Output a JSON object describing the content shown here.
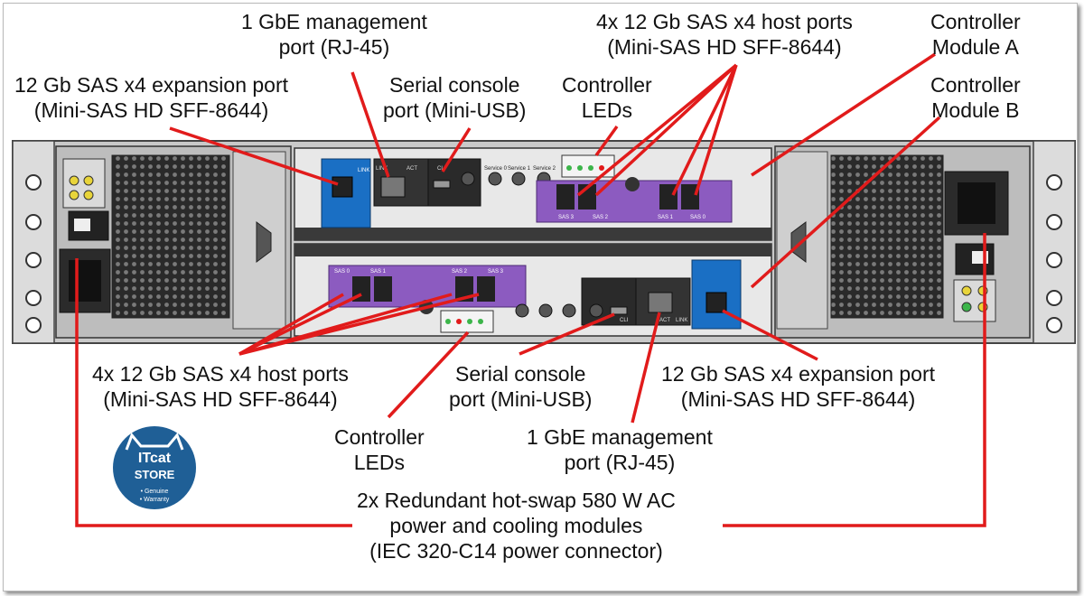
{
  "callouts": {
    "mgmt_top": {
      "line1": "1 GbE management",
      "line2": "port (RJ-45)"
    },
    "host_top": {
      "line1": "4x 12 Gb SAS x4 host ports",
      "line2": "(Mini-SAS HD SFF-8644)"
    },
    "ctrl_a": {
      "line1": "Controller",
      "line2": "Module A"
    },
    "exp_top": {
      "line1": "12 Gb SAS x4 expansion port",
      "line2": "(Mini-SAS HD SFF-8644)"
    },
    "serial_top": {
      "line1": "Serial console",
      "line2": "port (Mini-USB)"
    },
    "leds_top": {
      "line1": "Controller",
      "line2": "LEDs"
    },
    "ctrl_b": {
      "line1": "Controller",
      "line2": "Module B"
    },
    "host_bottom": {
      "line1": "4x 12 Gb SAS x4 host ports",
      "line2": "(Mini-SAS HD SFF-8644)"
    },
    "serial_bottom": {
      "line1": "Serial console",
      "line2": "port (Mini-USB)"
    },
    "exp_bottom": {
      "line1": "12 Gb SAS x4 expansion port",
      "line2": "(Mini-SAS HD SFF-8644)"
    },
    "leds_bottom": {
      "line1": "Controller",
      "line2": "LEDs"
    },
    "mgmt_bottom": {
      "line1": "1 GbE management",
      "line2": "port (RJ-45)"
    },
    "power": {
      "line1": "2x Redundant hot-swap 580 W AC",
      "line2": "power and cooling modules",
      "line3": "(IEC 320-C14 power connector)"
    }
  },
  "port_labels": {
    "link": "LINK",
    "act": "ACT",
    "cli": "CLI",
    "service_0": "Service 0",
    "service_1": "Service 1",
    "service_2": "Service 2",
    "sas_0": "SAS 0",
    "sas_1": "SAS 1",
    "sas_2": "SAS 2",
    "sas_3": "SAS 3"
  },
  "logo": {
    "line1": "ITcat",
    "line2": "STORE",
    "line3": "• Genuine",
    "line4": "• Warranty"
  },
  "colors": {
    "callout_line": "#e11b1b",
    "expansion_panel": "#1a6fc4",
    "host_panel": "#8c5bc0",
    "chassis": "#d6d6d6",
    "logo_bg": "#1f5f96"
  }
}
